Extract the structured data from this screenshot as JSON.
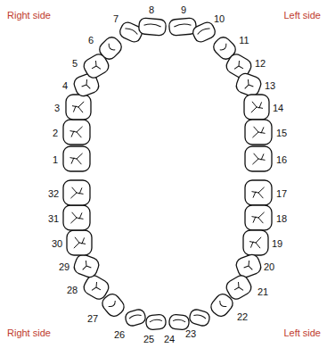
{
  "diagram": {
    "labels": [
      "Right side",
      "Left side",
      "1",
      "2",
      "3",
      "4",
      "5",
      "6",
      "7",
      "8",
      "9",
      "10",
      "11",
      "12",
      "13",
      "14",
      "15",
      "16",
      "17",
      "18",
      "19",
      "20",
      "21",
      "22",
      "23",
      "24",
      "25",
      "26",
      "27",
      "28",
      "29",
      "30",
      "31",
      "32",
      "Right side",
      "Left side"
    ]
  }
}
